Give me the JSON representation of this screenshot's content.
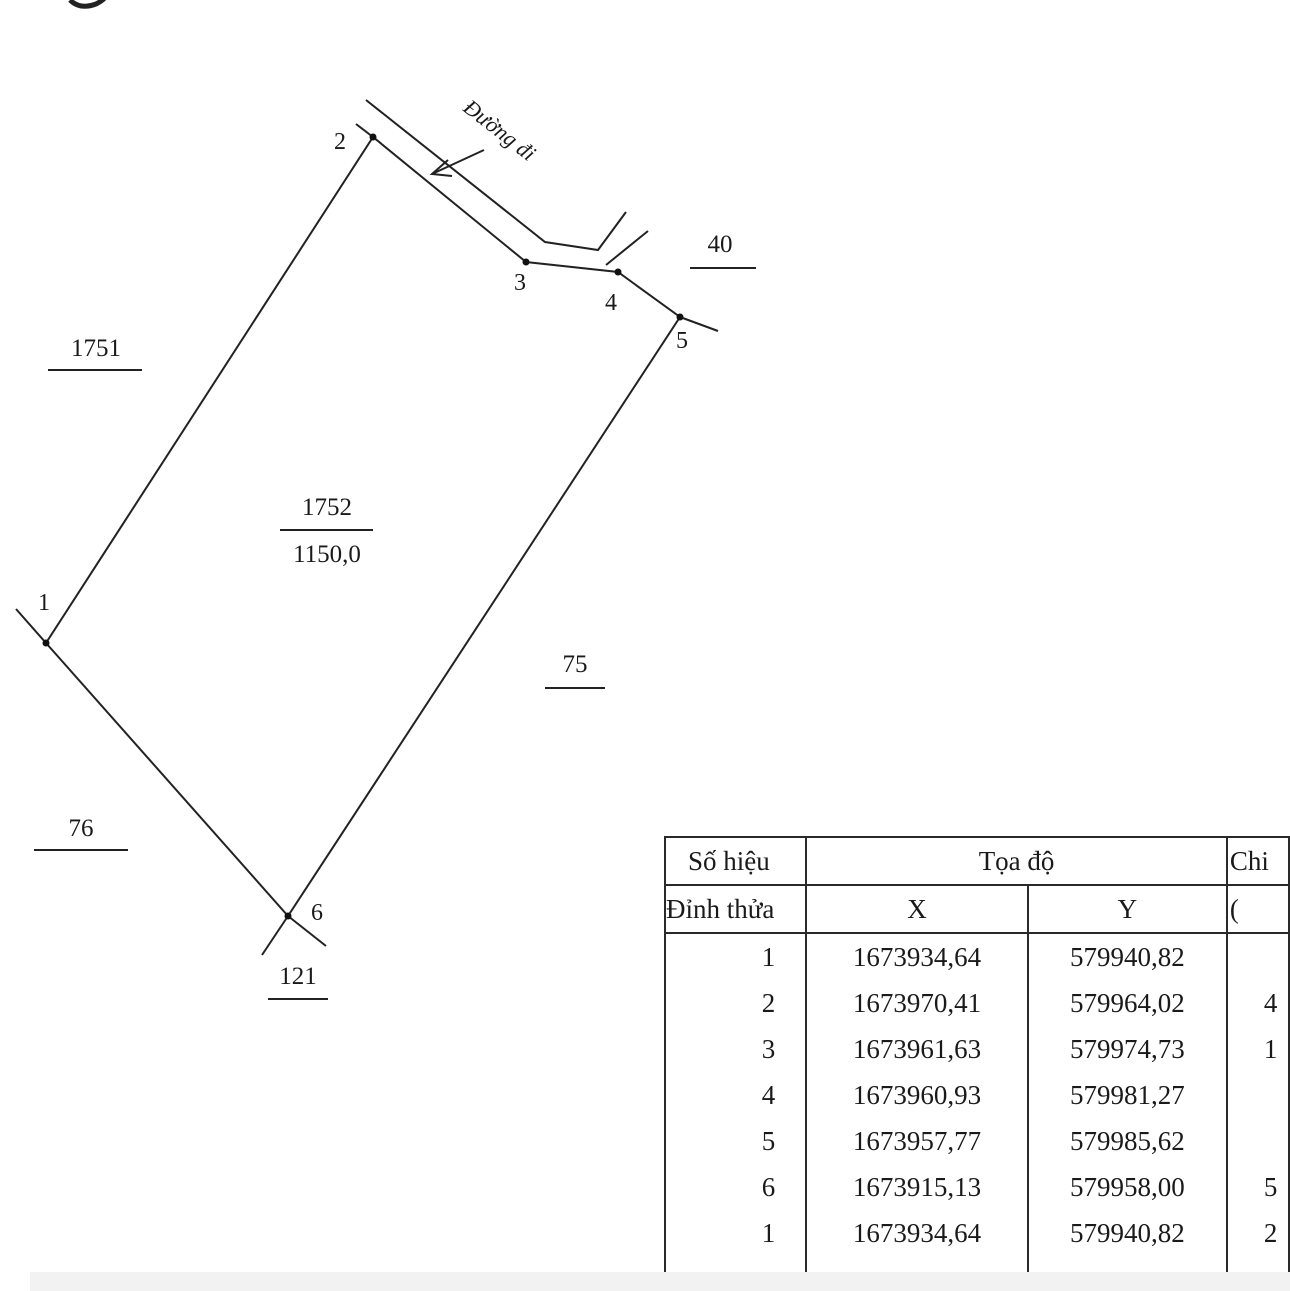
{
  "parcel": {
    "number": "1752",
    "area": "1150,0"
  },
  "road_label": "Đường đi",
  "neighbor_parcels": [
    "1751",
    "40",
    "75",
    "76",
    "121"
  ],
  "vertex_labels": [
    "1",
    "2",
    "3",
    "4",
    "5",
    "6"
  ],
  "table": {
    "header_no_1": "Số hiệu",
    "header_no_2": "Đỉnh thửa",
    "header_coord": "Tọa độ",
    "header_x": "X",
    "header_y": "Y",
    "header_cut_1": "Chi",
    "header_cut_2": "(",
    "rows": [
      {
        "no": "1",
        "x": "1673934,64",
        "y": "579940,82",
        "cut": ""
      },
      {
        "no": "2",
        "x": "1673970,41",
        "y": "579964,02",
        "cut": "4"
      },
      {
        "no": "3",
        "x": "1673961,63",
        "y": "579974,73",
        "cut": "1"
      },
      {
        "no": "4",
        "x": "1673960,93",
        "y": "579981,27",
        "cut": ""
      },
      {
        "no": "5",
        "x": "1673957,77",
        "y": "579985,62",
        "cut": ""
      },
      {
        "no": "6",
        "x": "1673915,13",
        "y": "579958,00",
        "cut": "5"
      },
      {
        "no": "1",
        "x": "1673934,64",
        "y": "579940,82",
        "cut": "2"
      }
    ]
  }
}
